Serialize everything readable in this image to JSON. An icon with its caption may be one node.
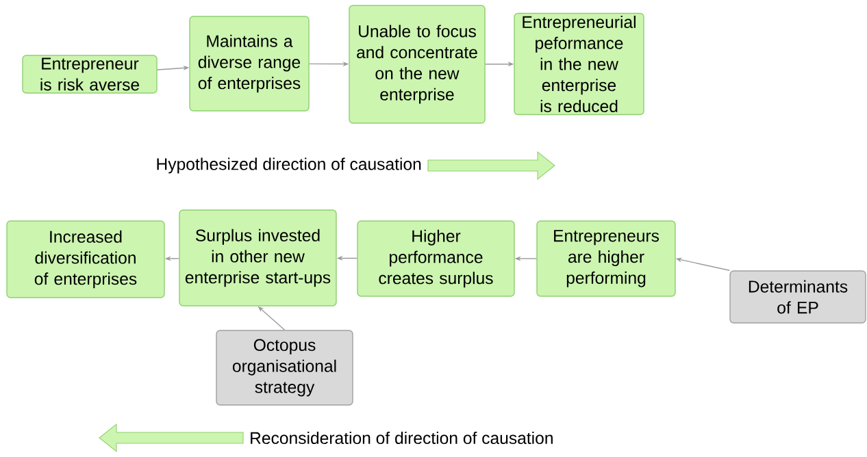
{
  "diagram": {
    "nodes": [
      {
        "text": [
          "Entrepreneur is risk averse"
        ]
      },
      {
        "text": [
          "Maintains a diverse range of enterprises"
        ]
      },
      {
        "text": [
          "Unable to focus and concentrate on the new enterprise"
        ]
      },
      {
        "text": [
          "Entrepreneurial peformance in the new enterprise is reduced"
        ]
      },
      {
        "text": [
          "Increased diversification of enterprises"
        ]
      },
      {
        "text": [
          "Surplus invested in other new enterprise start-ups"
        ]
      },
      {
        "text": [
          "Higher performance creates surplus"
        ]
      },
      {
        "text": [
          "Entrepreneurs are higher performing"
        ]
      },
      {
        "text": [
          "Determinants of EP"
        ]
      },
      {
        "text": [
          "Octopus organisational strategy"
        ]
      }
    ],
    "edges": [
      {
        "from": 0,
        "to": 1,
        "arrow": "to"
      },
      {
        "from": 1,
        "to": 2,
        "arrow": "to"
      },
      {
        "from": 2,
        "to": 3,
        "arrow": "to"
      },
      {
        "from": 7,
        "to": 6,
        "arrow": "to"
      },
      {
        "from": 6,
        "to": 5,
        "arrow": "to"
      },
      {
        "from": 5,
        "to": 4,
        "arrow": "to"
      },
      {
        "from": 8,
        "to": 7,
        "arrow": "to"
      },
      {
        "from": 9,
        "to": 5,
        "arrow": "to"
      }
    ],
    "labels": [
      "Hypothesized direction of causation",
      "Reconsideration of direction of causation"
    ]
  }
}
